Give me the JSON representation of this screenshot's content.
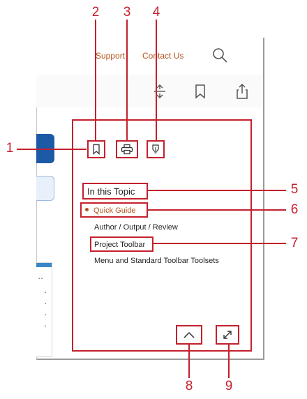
{
  "header": {
    "support": "Support",
    "contact": "Contact Us"
  },
  "icons": {
    "search": "search-icon",
    "expand": "expand-vertical-icon",
    "bookmark_top": "bookmark-icon",
    "share": "share-icon"
  },
  "panel": {
    "toolbar": [
      "bookmark-icon",
      "print-icon",
      "lightbulb-icon"
    ],
    "section_title": "In this Topic",
    "toc": [
      {
        "label": "Quick Guide",
        "active": true
      },
      {
        "label": "Author / Output / Review",
        "active": false
      },
      {
        "label": "Project Toolbar",
        "active": false
      },
      {
        "label": "Menu and Standard Toolbar Toolsets",
        "active": false
      }
    ],
    "bottom_buttons": [
      "chevron-up-icon",
      "expand-diagonal-icon"
    ]
  },
  "callouts": [
    "1",
    "2",
    "3",
    "4",
    "5",
    "6",
    "7",
    "8",
    "9"
  ],
  "colors": {
    "accent": "#c4202d",
    "link": "#b5541d",
    "blue": "#1d5aa6"
  }
}
